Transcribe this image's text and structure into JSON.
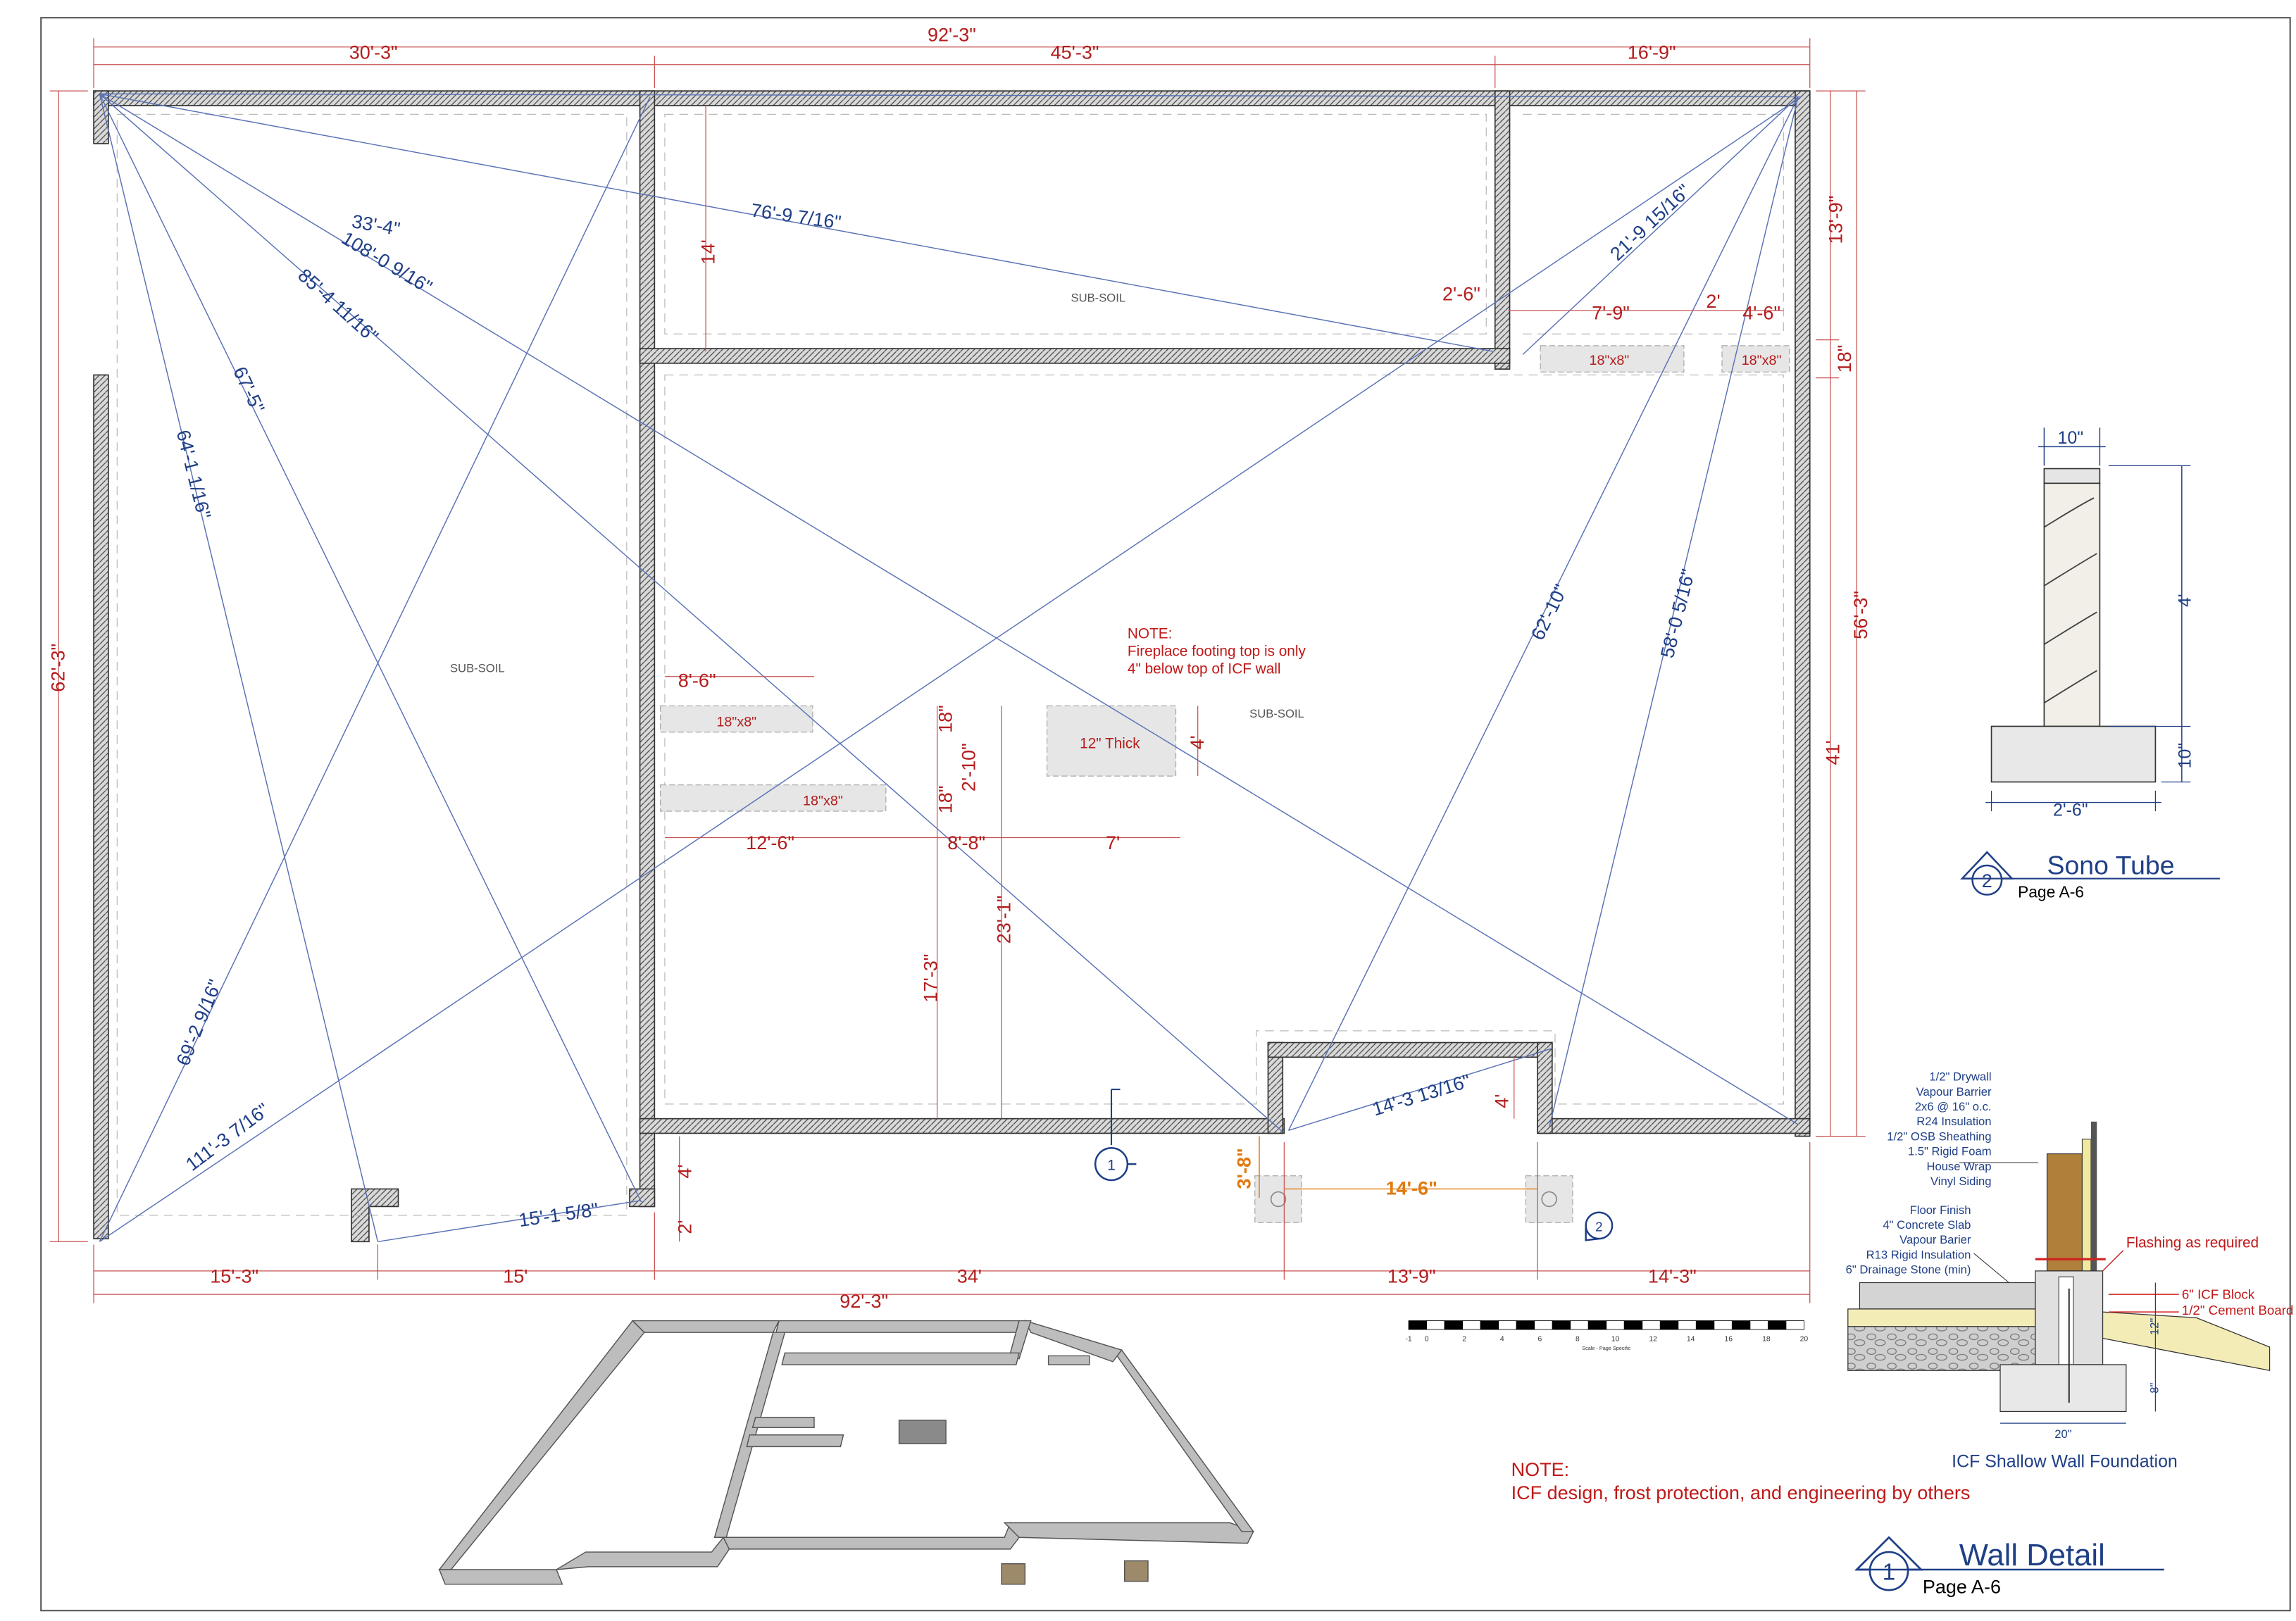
{
  "overall_dims": {
    "top_total": "92'-3\"",
    "top_segments": [
      "30'-3\"",
      "45'-3\"",
      "16'-9\""
    ],
    "bottom_total": "92'-3\"",
    "bottom_segments": [
      "15'-3\"",
      "15'",
      "34'",
      "13'-9\"",
      "14'-3\""
    ],
    "left_total": "62'-3\"",
    "right_segments": [
      "13'-9\"",
      "18\"",
      "56'-3\"",
      "41'"
    ]
  },
  "diagonals": [
    "33'-4\"",
    "108'-0 9/16\"",
    "85'-4 11/16\"",
    "76'-9 7/16\"",
    "67'-5\"",
    "64'-1 1/16\"",
    "69'-2 9/16\"",
    "111'-3 7/16\"",
    "21'-9 15/16\"",
    "62'-10\"",
    "58'-0 5/16\"",
    "14'-3 13/16\"",
    "15'-1 5/8\""
  ],
  "interior_dims": [
    "14'",
    "2'-6\"",
    "7'-9\"",
    "2'",
    "4'-6\"",
    "8'-6\"",
    "18\"",
    "2'-10\"",
    "18\"",
    "12'-6\"",
    "8'-8\"",
    "7'",
    "4'",
    "17'-3\"",
    "23'-1\"",
    "4'",
    "2'",
    "4'",
    "3'-8\"",
    "14'-6\""
  ],
  "footings": [
    "18\"x8\"",
    "18\"x8\"",
    "18\"x8\"",
    "18\"x8\"",
    "12\" Thick"
  ],
  "soil_labels": [
    "SUB-SOIL",
    "SUB-SOIL",
    "SUB-SOIL"
  ],
  "fireplace_note": [
    "NOTE:",
    "Fireplace footing top is only",
    "4\" below top of ICF wall"
  ],
  "callouts": [
    "1",
    "1",
    "2"
  ],
  "sono_tube": {
    "dims": [
      "10\"",
      "4'",
      "10\"",
      "2'-6\""
    ],
    "title": "Sono Tube",
    "num": "2",
    "page": "Page A-6"
  },
  "scale_bar": {
    "ticks": [
      "-1",
      "0",
      "2",
      "4",
      "6",
      "8",
      "10",
      "12",
      "14",
      "16",
      "18",
      "20"
    ],
    "caption": "Scale - Page Specific"
  },
  "wall_detail": {
    "wall_layers": [
      "1/2\" Drywall",
      "Vapour Barrier",
      "2x6 @ 16\" o.c.",
      "R24 Insulation",
      "1/2\" OSB Sheathing",
      "1.5\" Rigid Foam",
      "House Wrap",
      "Vinyl Siding"
    ],
    "floor_layers": [
      "Floor Finish",
      "4\" Concrete Slab",
      "Vapour Barier",
      "R13 Rigid Insulation",
      "6\" Drainage Stone (min)"
    ],
    "flashing": "Flashing as required",
    "block": [
      "6\" ICF Block",
      "1/2\" Cement Board"
    ],
    "dims": [
      "12\"",
      "8\"",
      "20\""
    ],
    "caption": "ICF Shallow Wall Foundation",
    "title": "Wall Detail",
    "num": "1",
    "page": "Page A-6"
  },
  "general_note": [
    "NOTE:",
    "ICF design, frost protection, and engineering by others"
  ],
  "colors": {
    "dimension": "#b41d1d",
    "diagonal": "#1f3f86",
    "accent": "#e07a10",
    "wall": "#5a5a5a"
  }
}
